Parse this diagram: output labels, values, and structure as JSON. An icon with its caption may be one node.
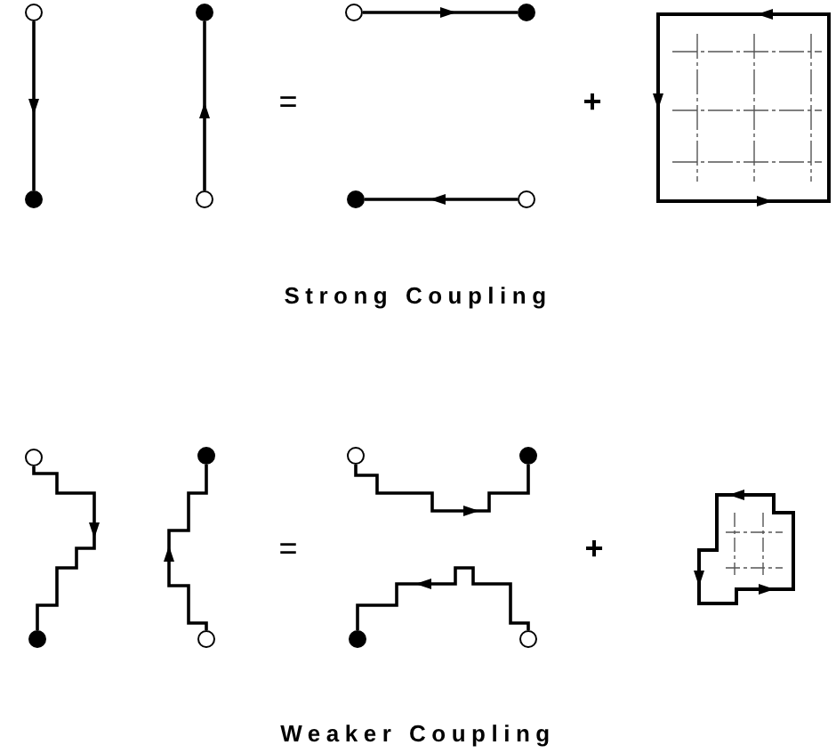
{
  "diagram": {
    "nodes": [
      {
        "text": [],
        "shape": "circle"
      },
      {
        "text": [],
        "shape": "dot"
      },
      {
        "text": [],
        "shape": "dot"
      },
      {
        "text": [],
        "shape": "circle"
      },
      {
        "text": [],
        "shape": "circle"
      },
      {
        "text": [],
        "shape": "dot"
      },
      {
        "text": [],
        "shape": "dot"
      },
      {
        "text": [],
        "shape": "circle"
      },
      {
        "text": [],
        "shape": "circle"
      },
      {
        "text": [],
        "shape": "dot"
      },
      {
        "text": [],
        "shape": "dot"
      },
      {
        "text": [],
        "shape": "circle"
      },
      {
        "text": [],
        "shape": "circle"
      },
      {
        "text": [],
        "shape": "dot"
      },
      {
        "text": [],
        "shape": "dot"
      },
      {
        "text": [],
        "shape": "circle"
      }
    ],
    "edges": [
      {
        "from": 0,
        "to": 1,
        "arrow": "to"
      },
      {
        "from": 3,
        "to": 2,
        "arrow": "to"
      },
      {
        "from": 4,
        "to": 5,
        "arrow": "to"
      },
      {
        "from": 7,
        "to": 6,
        "arrow": "to"
      },
      {
        "from": 8,
        "to": 9,
        "arrow": "to"
      },
      {
        "from": 11,
        "to": 10,
        "arrow": "to"
      },
      {
        "from": 12,
        "to": 13,
        "arrow": "to"
      },
      {
        "from": 15,
        "to": 14,
        "arrow": "to"
      }
    ],
    "labels": [
      "=",
      "+",
      "Strong Coupling",
      "=",
      "+",
      "Weaker Coupling"
    ]
  }
}
